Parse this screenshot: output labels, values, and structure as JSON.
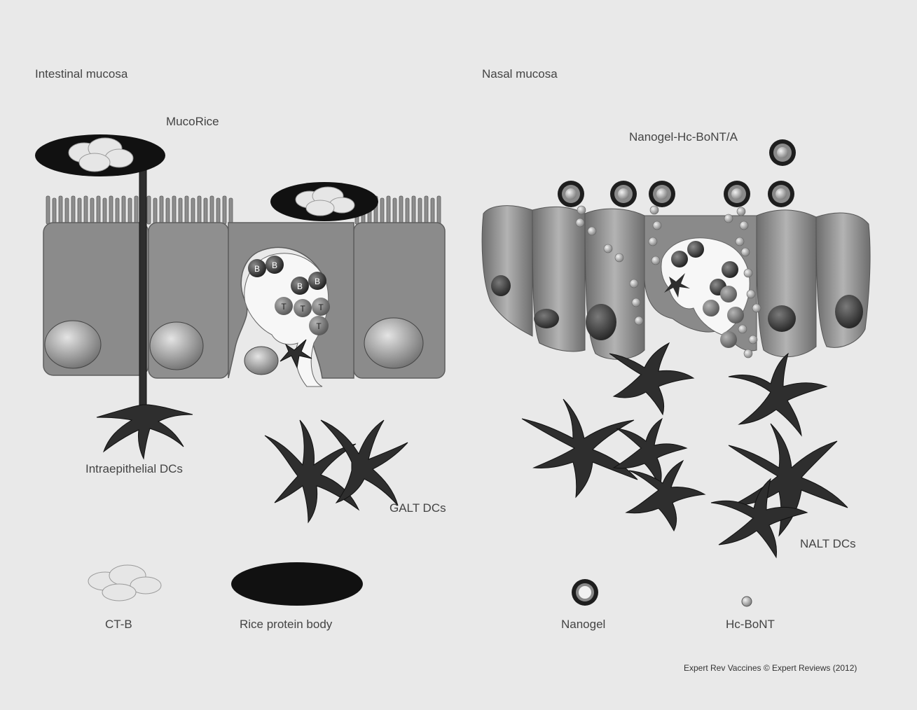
{
  "panels": {
    "left": {
      "title": "Intestinal mucosa",
      "vaccine_label": "MucoRice",
      "intraepithelial_label": "Intraepithelial DCs",
      "galt_label": "GALT DCs"
    },
    "right": {
      "title": "Nasal mucosa",
      "vaccine_label": "Nanogel-Hc-BoNT/A",
      "nalt_label": "NALT DCs"
    }
  },
  "cell_labels": {
    "b_cell": "B",
    "t_cell": "T"
  },
  "legend": [
    {
      "key": "ctb",
      "label": "CT-B"
    },
    {
      "key": "rpb",
      "label": "Rice protein body"
    },
    {
      "key": "nanogel",
      "label": "Nanogel"
    },
    {
      "key": "hcbont",
      "label": "Hc-BoNT"
    }
  ],
  "credit": "Expert Rev Vaccines © Expert Reviews (2012)",
  "colors": {
    "background": "#e9e9e9",
    "epithelium": "#8a8a8a",
    "dendritic_cell": "#2e2e2e",
    "rice_body": "#111111",
    "ctb": "#dedede"
  }
}
